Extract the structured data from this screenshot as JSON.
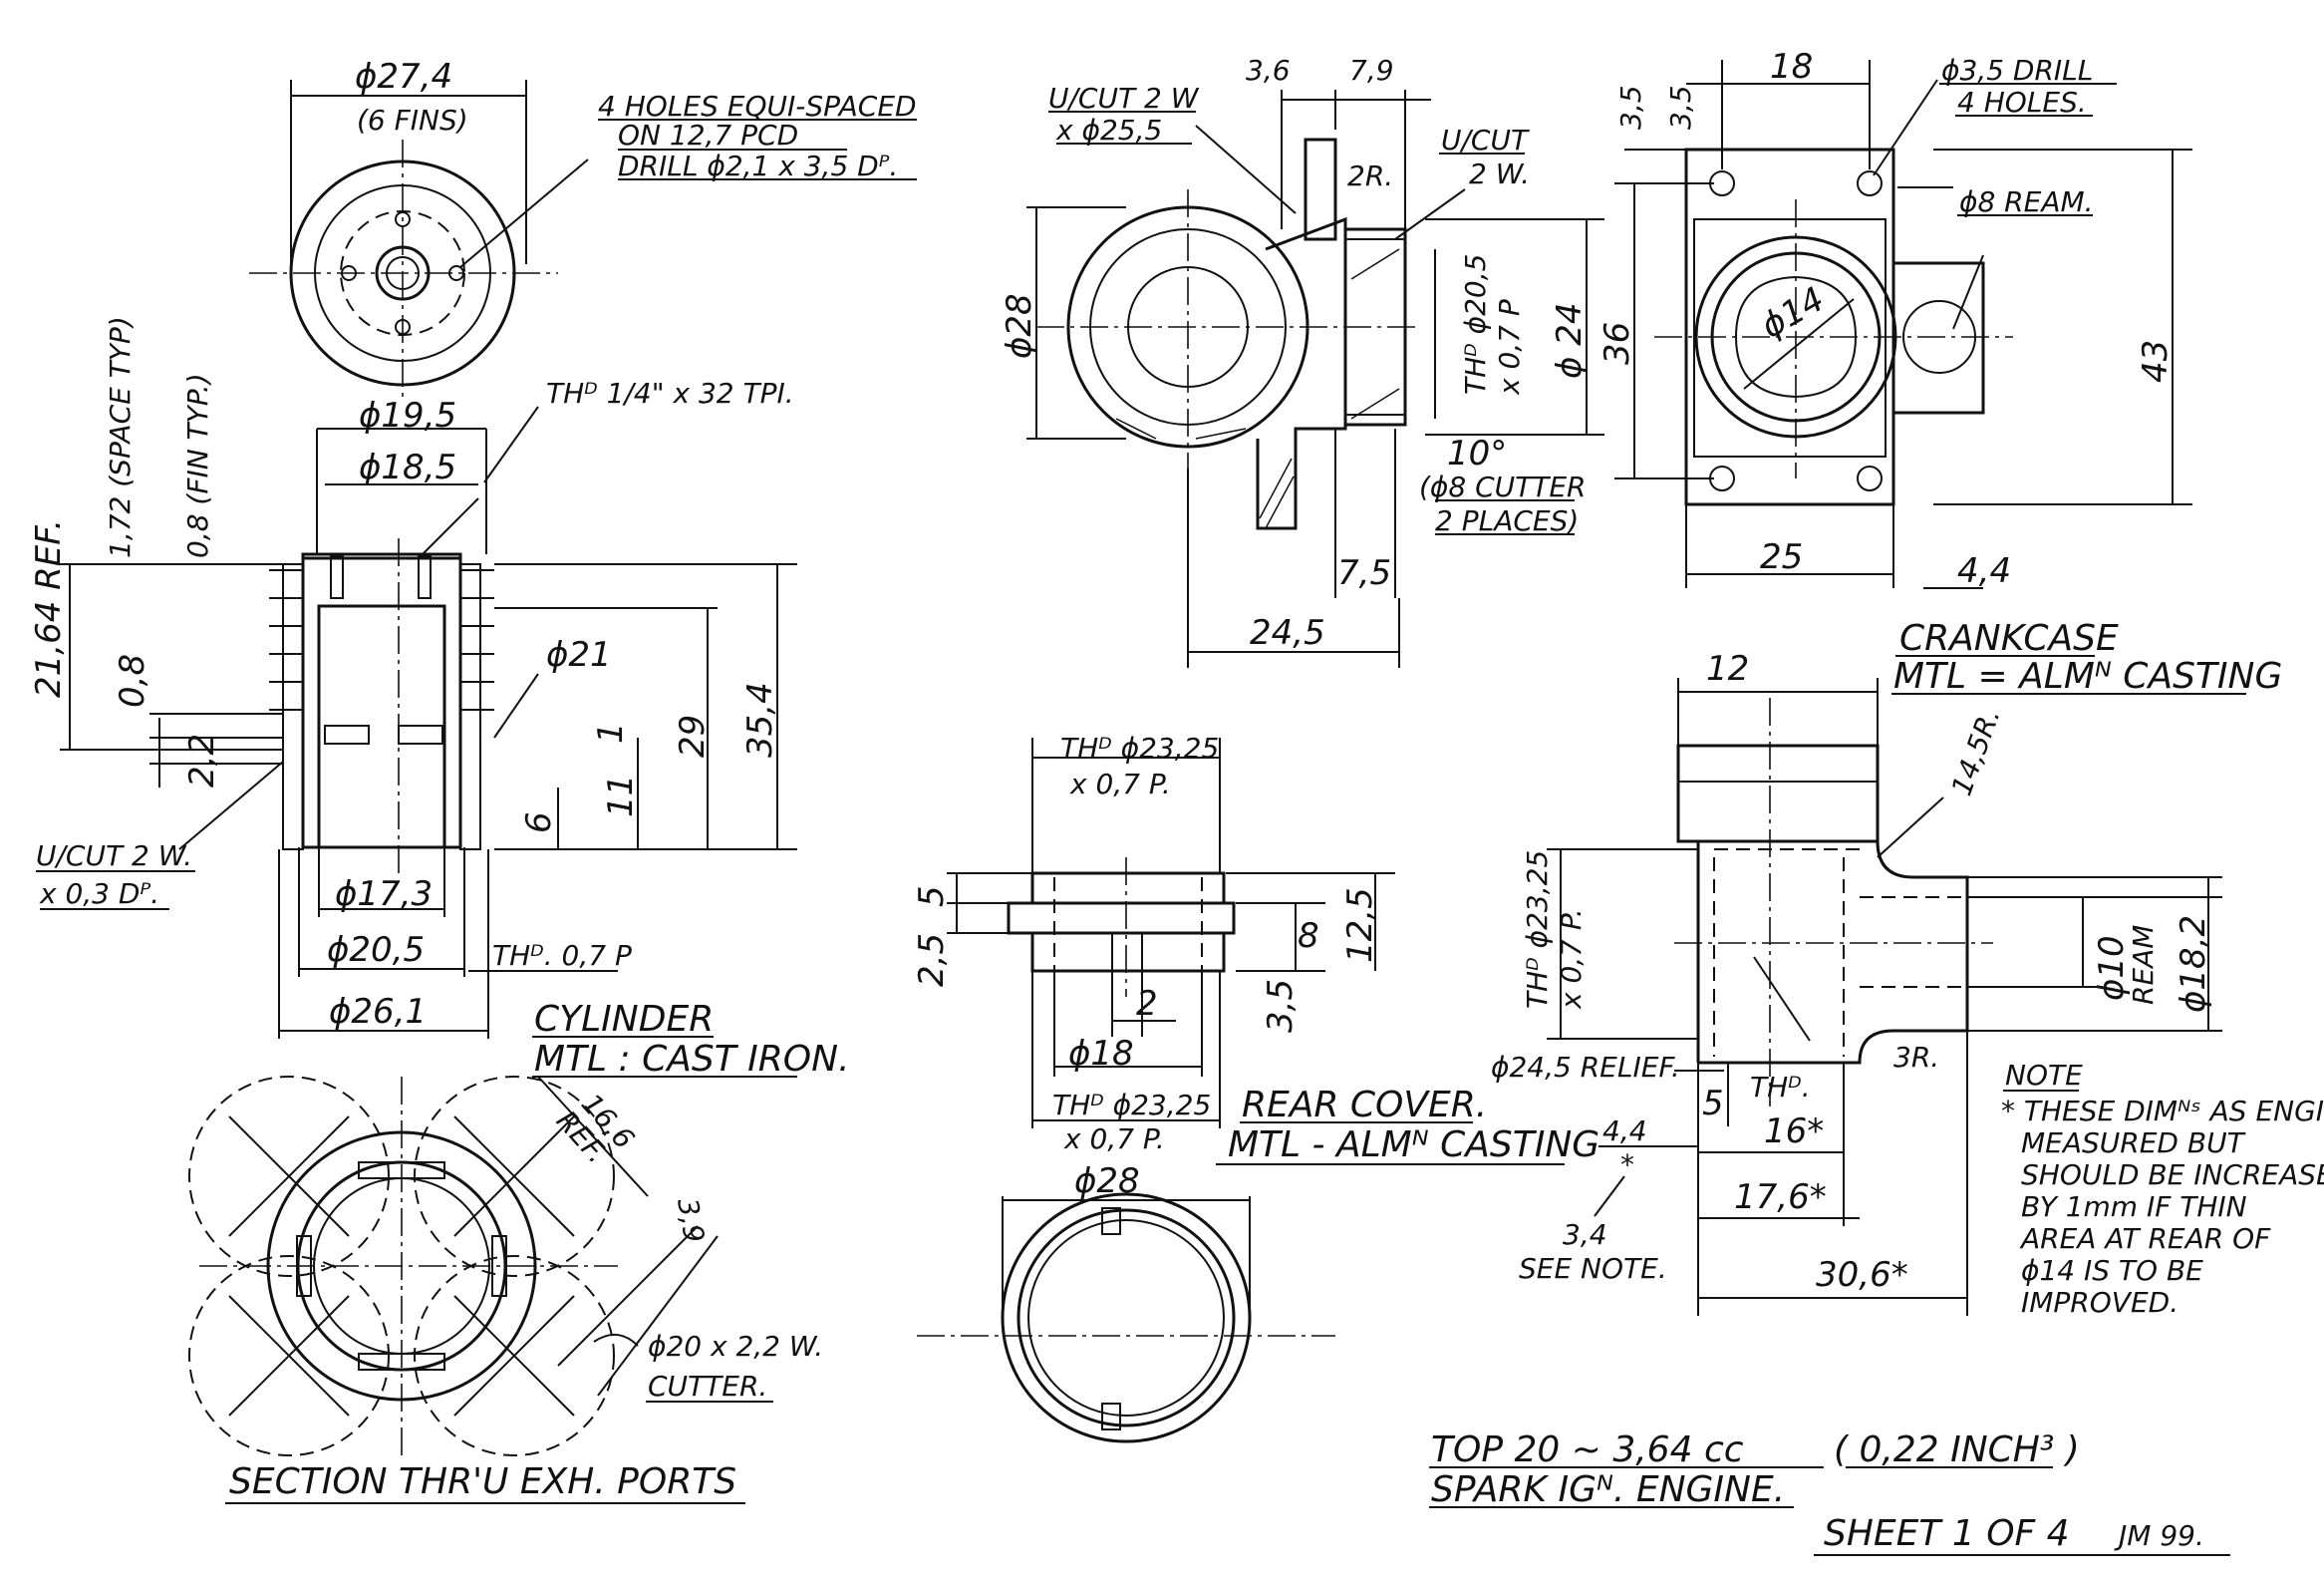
{
  "cylinder": {
    "top_dia": "ϕ27,4",
    "fins_note": "(6 FINS)",
    "holes_note_1": "4 HOLES EQUI-SPACED",
    "holes_note_2": "ON 12,7 PCD",
    "holes_note_3": "DRILL ϕ2,1 x 3,5 Dᴾ.",
    "dia_19_5": "ϕ19,5",
    "thread": "THᴰ 1/4\" x 32 TPI.",
    "dia_18_5": "ϕ18,5",
    "space_typ": "1,72 (SPACE TYP)",
    "fin_typ": "0,8 (FIN TYP.)",
    "ref_21_64": "21,64 REF.",
    "dim_0_8": "0,8",
    "dim_2_2": "2,2",
    "dia_21": "ϕ21",
    "dim_1": "1",
    "dim_29": "29",
    "dim_35_4": "35,4",
    "dim_6": "6",
    "dim_11": "11",
    "ucut_1": "U/CUT 2 W.",
    "ucut_2": "x 0,3 Dᴾ.",
    "dia_17_3": "ϕ17,3",
    "dia_20_5": "ϕ20,5",
    "thd_07": "THᴰ. 0,7 P",
    "dia_26_1": "ϕ26,1",
    "title": "CYLINDER",
    "material": "MTL : CAST IRON."
  },
  "section": {
    "ref_16_6": "16,6",
    "ref_label": "REF.",
    "dim_3_9": "3,9",
    "cutter_1": "ϕ20 x 2,2 W.",
    "cutter_2": "CUTTER.",
    "title": "SECTION THR'U EXH. PORTS"
  },
  "crankcase_side": {
    "ucut_1": "U/CUT 2 W",
    "ucut_2": "x ϕ25,5",
    "dim_3_6": "3,6",
    "dim_7_9": "7,9",
    "ucut_r_1": "U/CUT",
    "ucut_r_2": "2 W.",
    "radius_2": "2R.",
    "dia_28": "ϕ28",
    "thd_1": "THᴰ ϕ20,5",
    "thd_2": "x 0,7 P",
    "dia_24": "ϕ 24",
    "angle": "10°",
    "cutter_1": "(ϕ8 CUTTER",
    "cutter_2": "2 PLACES)",
    "dim_7_5": "7,5",
    "dim_24_5": "24,5"
  },
  "crankcase_front": {
    "dim_3_5_a": "3,5",
    "dim_3_5_b": "3,5",
    "dim_18": "18",
    "drill_1": "ϕ3,5 DRILL",
    "drill_2": "4 HOLES.",
    "ream": "ϕ8 REAM.",
    "dim_36": "36",
    "dia_14": "ϕ14",
    "dim_43": "43",
    "dim_25": "25",
    "dim_4_4": "4,4",
    "title": "CRANKCASE",
    "material": "MTL = ALMᴺ CASTING"
  },
  "rear_cover": {
    "thd_a_1": "THᴰ ϕ23,25",
    "thd_a_2": "x 0,7 P.",
    "dim_5": "5",
    "dim_2_5": "2,5",
    "dim_8": "8",
    "dim_12_5": "12,5",
    "dim_3_5": "3,5",
    "dim_2": "2",
    "dia_18": "ϕ18",
    "thd_b_1": "THᴰ ϕ23,25",
    "thd_b_2": "x 0,7 P.",
    "title": "REAR COVER.",
    "material": "MTL - ALMᴺ CASTING",
    "dia_28": "ϕ28"
  },
  "crankcase_section": {
    "dim_12": "12",
    "radius_14_5": "14,5R.",
    "thd_1": "THᴰ ϕ23,25",
    "thd_2": "x 0,7 P.",
    "dia_10": "ϕ10",
    "ream": "REAM",
    "dia_18_2": "ϕ18,2",
    "relief": "ϕ24,5 RELIEF.",
    "radius_3": "3R.",
    "dim_5": "5",
    "thd_label": "THᴰ.",
    "dim_16": "16*",
    "dim_4_4": "4,4",
    "star": "*",
    "dim_17_6": "17,6*",
    "dim_3_4": "3,4",
    "see_note": "SEE NOTE.",
    "dim_30_6": "30,6*"
  },
  "note": {
    "heading": "NOTE",
    "lines": [
      "* THESE DIMᴺˢ AS ENGINE",
      "MEASURED BUT",
      "SHOULD BE INCREASED",
      "BY 1mm IF THIN",
      "AREA AT REAR OF",
      "ϕ14 IS TO BE",
      "IMPROVED."
    ]
  },
  "title_block": {
    "engine": "TOP 20 ~ 3,64 cc",
    "volume": "( 0,22 INCH³ )",
    "type": "SPARK IGᴺ. ENGINE.",
    "sheet": "SHEET  1  OF 4",
    "initials": "JM 99."
  }
}
